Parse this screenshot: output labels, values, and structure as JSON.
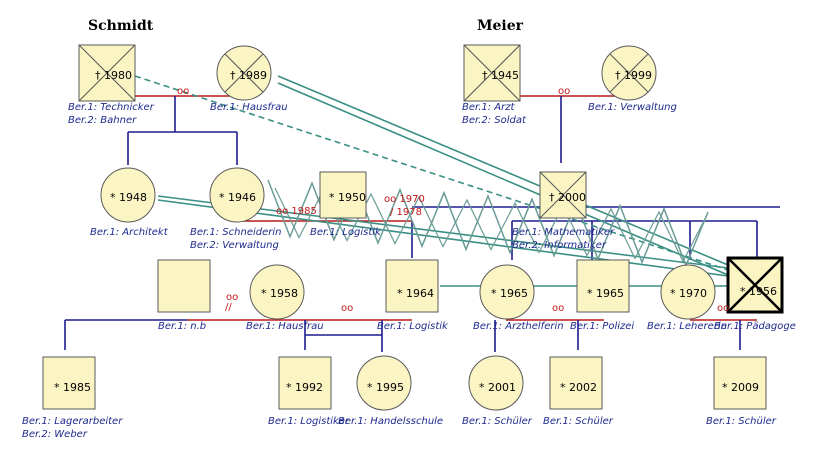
{
  "families": {
    "schmidt": "Schmidt",
    "meier": "Meier"
  },
  "people": {
    "schmidt_father": {
      "year": "† 1980",
      "ber1": "Ber.1:  Technicker",
      "ber2": "Ber.2:        Bahner"
    },
    "schmidt_mother": {
      "year": "† 1989",
      "ber1": "Ber.1: Hausfrau"
    },
    "meier_father": {
      "year": "† 1945",
      "ber1": "Ber.1:        Arzt",
      "ber2": "Ber.2:  Soldat"
    },
    "meier_mother": {
      "year": "† 1999",
      "ber1": "Ber.1: Verwaltung"
    },
    "p1948": {
      "year": "* 1948",
      "ber1": "Ber.1: Architekt"
    },
    "p1946": {
      "year": "* 1946",
      "ber1": "Ber.1:  Schneiderin",
      "ber2": "Ber.2:    Verwaltung"
    },
    "p1950": {
      "year": "* 1950",
      "ber1": "Ber.1: Logistik"
    },
    "p2000": {
      "year": "† 2000",
      "ber1": "Ber.1: Mathematiker",
      "ber2": "Ber.2: Informatiker"
    },
    "unknown": {
      "year": "",
      "ber1": "Ber.1: n.b"
    },
    "p1958": {
      "year": "* 1958",
      "ber1": "Ber.1: Hausfrau"
    },
    "p1964": {
      "year": "* 1964",
      "ber1": "Ber.1: Logistik"
    },
    "p1965f": {
      "year": "* 1965",
      "ber1": "Ber.1: Arzthelferin"
    },
    "p1965m": {
      "year": "* 1965",
      "ber1": "Ber.1: Polizei"
    },
    "p1970": {
      "year": "* 1970",
      "ber1": "Ber.1: Lehererin"
    },
    "p1956": {
      "year": "* 1956",
      "ber1": "Ber.1: Pädagoge"
    },
    "p1985": {
      "year": "* 1985",
      "ber1": "Ber.1:  Lagerarbeiter",
      "ber2": "Ber.2:         Weber"
    },
    "p1992": {
      "year": "* 1992",
      "ber1": "Ber.1: Logistiker"
    },
    "p1995": {
      "year": "* 1995",
      "ber1": "Ber.1: Handelsschule"
    },
    "p2001": {
      "year": "* 2001",
      "ber1": "Ber.1:  Schüler"
    },
    "p2002": {
      "year": "* 2002",
      "ber1": "Ber.1:  Schüler"
    },
    "p2009": {
      "year": "* 2009",
      "ber1": "Ber.1:  Schüler"
    }
  },
  "marks": {
    "m1": "oo",
    "m2": "oo",
    "m3": "oo 1985",
    "m4": "oo 1970",
    "m5": "/ 1978",
    "m6": "oo",
    "m7": "//",
    "m8": "oo",
    "m9": "oo",
    "m10": "oo"
  },
  "colors": {
    "male_fill": "#fbf5c4",
    "female_fill": "#fbf5c4",
    "outline": "#5a5a5a",
    "marriage_line": "#b81c1c",
    "descent_line": "#1d1d8f",
    "relation_line": "#3a8f84"
  }
}
